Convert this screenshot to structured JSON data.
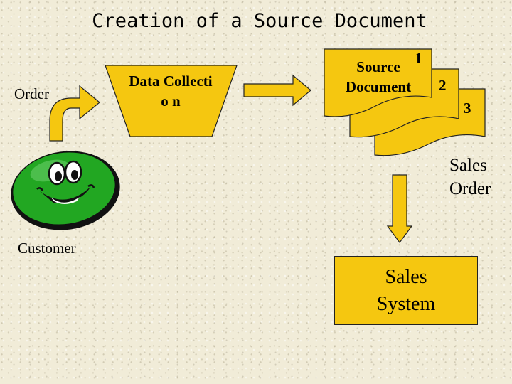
{
  "title": "Creation of a Source Document",
  "labels": {
    "order": "Order",
    "customer": "Customer",
    "data_collection": "Data Collectio n",
    "source_document": "Source Document",
    "page_1": "1",
    "page_2": "2",
    "page_3": "3",
    "sales_order": "Sales Order",
    "sales_system": "Sales System"
  },
  "colors": {
    "shape_fill": "#f5c710",
    "customer_face": "#22a722",
    "background": "#f1ecd8"
  }
}
